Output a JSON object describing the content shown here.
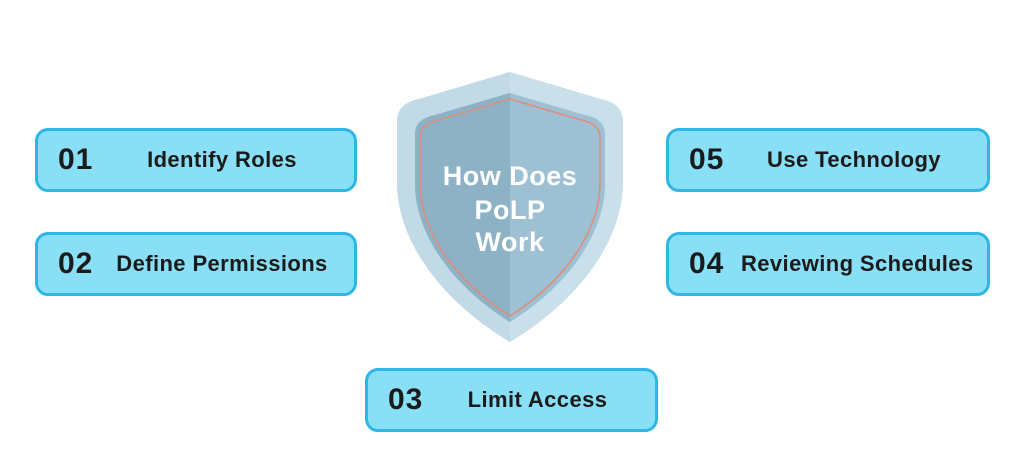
{
  "shield": {
    "title_lines": [
      "How Does",
      "PoLP",
      "Work"
    ],
    "colors": {
      "outer": "#c9dfea",
      "outer_left": "#c2d9e6",
      "inner_right": "#9dc0d2",
      "inner_left": "#8db2c6",
      "accent_line": "#de8e7d",
      "title_text": "#ffffff"
    }
  },
  "steps": [
    {
      "number": "01",
      "label": "Identify Roles"
    },
    {
      "number": "02",
      "label": "Define Permissions"
    },
    {
      "number": "03",
      "label": "Limit Access"
    },
    {
      "number": "04",
      "label": "Reviewing Schedules"
    },
    {
      "number": "05",
      "label": "Use Technology"
    }
  ],
  "box_colors": {
    "fill": "#89dff6",
    "border": "#2eb6e5",
    "text": "#1b1b1b"
  },
  "background_color": "#ffffff"
}
